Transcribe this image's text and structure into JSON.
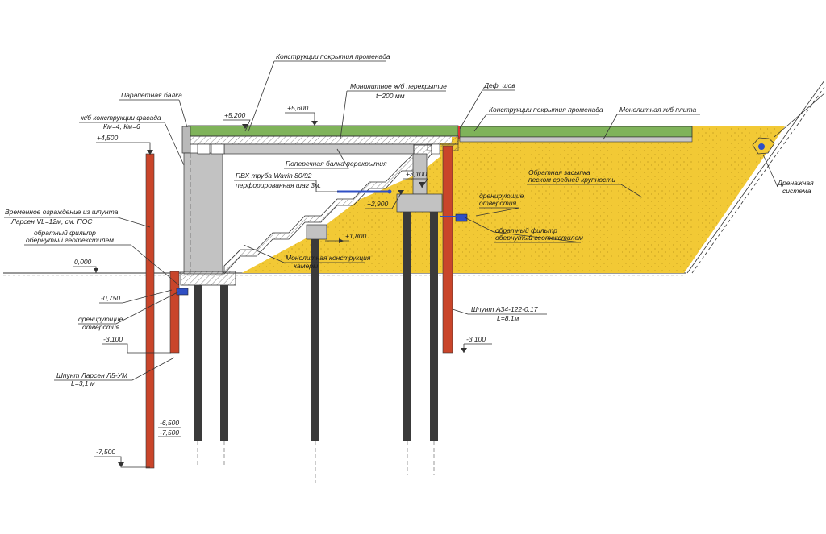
{
  "labels": {
    "promenade_top": "Конструкции покрытия променада",
    "mono_slab_1": "Монолитное ж/б перекрытие",
    "mono_slab_2": "t=200 мм",
    "def_joint": "Деф. шов",
    "promenade_right": "Конструкции покрытия променада",
    "mono_plate": "Монолитная ж/б плита",
    "parapet_beam": "Парапетная балка",
    "facade_1": "ж/б конструкции фасада",
    "facade_2": "Км=4, Км=6",
    "cross_beam": "Поперечная балка перекрытия",
    "pvc_1": "ПВХ труба Wavin  80/92",
    "pvc_2": "перфорированная шаг 3м.",
    "backfill_1": "Обратная засыпка",
    "backfill_2": "песком средней крупности",
    "drain_holes_r1": "дренирующие",
    "drain_holes_r2": "отверстия",
    "filter_r1": "обратный фильтр",
    "filter_r2": "обернутый геотекстилем",
    "drain_sys_1": "Дренажная",
    "drain_sys_2": "система",
    "temp_fence_1": "Временное ограждение из шпунта",
    "temp_fence_2": "Ларсен VL=12м, см. ПОС",
    "filter_l1": "обратный фильтр",
    "filter_l2": "обернутый геотекстилем",
    "mono_chamber_1": "Монолитная конструкция",
    "mono_chamber_2": "камеры",
    "drain_holes_l1": "дренирующие",
    "drain_holes_l2": "отверстия",
    "sheet_right_1": "Шпунт АЗ4-122-0.17",
    "sheet_right_2": "L=8,1м",
    "sheet_left_1": "Шпунт Ларсен Л5-УМ",
    "sheet_left_2": "L=3,1 м"
  },
  "elevations": {
    "e_4500": "+4,500",
    "e_5600": "+5,600",
    "e_5200": "+5,200",
    "e_3100": "+3,100",
    "e_2900": "+2,900",
    "e_1800": "+1,800",
    "e_0000": "0,000",
    "e_m0750": "-0,750",
    "e_m3100_l": "-3,100",
    "e_m3100_r": "-3,100",
    "e_m6500": "-6,500",
    "e_m7500_a": "-7,500",
    "e_m7500_b": "-7,500"
  },
  "colors": {
    "sand": "#f2c935",
    "slab_green": "#7fb35a",
    "sheet_pile": "#c9452a",
    "pile": "#3a3a3a",
    "concrete": "#b9b9b9",
    "pipe": "#2f4fc4"
  }
}
